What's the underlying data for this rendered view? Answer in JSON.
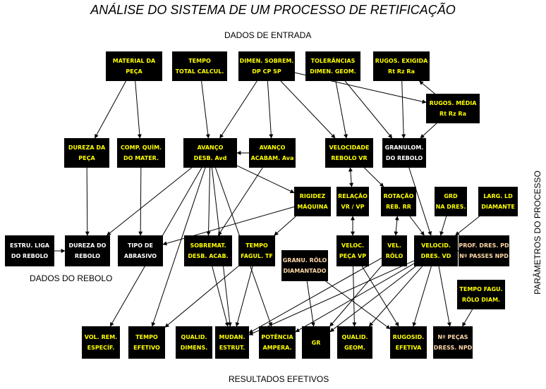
{
  "title": "ANÁLISE DO SISTEMA DE UM PROCESSO DE RETIFICAÇÃO",
  "sections": {
    "input": "DADOS DE ENTRADA",
    "wheel": "DADOS DO REBOLO",
    "results": "RESULTADOS EFETIVOS",
    "process": "PARÂMETROS DO PROCESSO"
  },
  "colors": {
    "box_fill": "#000000",
    "text_yellow": "#ffff00",
    "text_white": "#ffffff",
    "text_peach": "#ffd8a8",
    "arrow": "#000000"
  },
  "nodes": [
    {
      "id": "material",
      "lines": [
        "MATERIAL DA",
        "PEÇA"
      ],
      "color": "yellow"
    },
    {
      "id": "tempo_total",
      "lines": [
        "TEMPO",
        "TOTAL CALCUL."
      ],
      "color": "yellow"
    },
    {
      "id": "dimen",
      "lines": [
        "DIMEN. SOBREM.",
        "DP  CP  SP"
      ],
      "color": "yellow"
    },
    {
      "id": "toler",
      "lines": [
        "TOLERÂNCIAS",
        "DIMEN. GEOM."
      ],
      "color": "yellow"
    },
    {
      "id": "rugos_exig",
      "lines": [
        "RUGOS. EXIGIDA",
        "Rt  Rz  Ra"
      ],
      "color": "yellow"
    },
    {
      "id": "rugos_media",
      "lines": [
        "RUGOS. MÉDIA",
        "Rt  Rz  Ra"
      ],
      "color": "yellow"
    },
    {
      "id": "dureza_peca",
      "lines": [
        "DUREZA DA",
        "PEÇA"
      ],
      "color": "yellow"
    },
    {
      "id": "comp_quim",
      "lines": [
        "COMP. QUÍM.",
        "DO MATER."
      ],
      "color": "yellow"
    },
    {
      "id": "avanco_desb",
      "lines": [
        "AVANÇO",
        "DESB. Avd"
      ],
      "color": "yellow"
    },
    {
      "id": "avanco_acab",
      "lines": [
        "AVANÇO",
        "ACABAM. Ava"
      ],
      "color": "yellow"
    },
    {
      "id": "vel_rebolo",
      "lines": [
        "VELOCIDADE",
        "REBOLO VR"
      ],
      "color": "yellow"
    },
    {
      "id": "granulom",
      "lines": [
        "GRANULOM.",
        "DO REBOLO"
      ],
      "color": "white"
    },
    {
      "id": "rigidez",
      "lines": [
        "RIGIDEZ",
        "MÁQUINA"
      ],
      "color": "yellow"
    },
    {
      "id": "relacao",
      "lines": [
        "RELAÇÃO",
        "VR / VP"
      ],
      "color": "yellow"
    },
    {
      "id": "rotacao",
      "lines": [
        "ROTAÇÃO",
        "REB. RR"
      ],
      "color": "yellow"
    },
    {
      "id": "grd",
      "lines": [
        "GRD",
        "NA DRES."
      ],
      "color": "yellow"
    },
    {
      "id": "larg_ld",
      "lines": [
        "LARG. LD",
        "DIAMANTE"
      ],
      "color": "yellow"
    },
    {
      "id": "estru_liga",
      "lines": [
        "ESTRU. LIGA",
        "DO REBOLO"
      ],
      "color": "white"
    },
    {
      "id": "dureza_reb",
      "lines": [
        "DUREZA DO",
        "REBOLO"
      ],
      "color": "white"
    },
    {
      "id": "tipo_abr",
      "lines": [
        "TIPO DE",
        "ABRASIVO"
      ],
      "color": "white"
    },
    {
      "id": "sobremat",
      "lines": [
        "SOBREMAT.",
        "DESB. ACAB."
      ],
      "color": "yellow"
    },
    {
      "id": "tempo_fagul",
      "lines": [
        "TEMPO",
        "FAGUL. TF"
      ],
      "color": "yellow"
    },
    {
      "id": "granu_rolo",
      "lines": [
        "GRANU. RÔLO",
        "DIAMANTADO"
      ],
      "color": "peach"
    },
    {
      "id": "veloc_peca",
      "lines": [
        "VELOC.",
        "PEÇA VP"
      ],
      "color": "yellow"
    },
    {
      "id": "vel_rolo",
      "lines": [
        "VEL.",
        "RÔLO"
      ],
      "color": "yellow"
    },
    {
      "id": "velocid_dres",
      "lines": [
        "VELOCID.",
        "DRES. VD"
      ],
      "color": "yellow"
    },
    {
      "id": "prof_dres",
      "lines": [
        "PROF. DRES. PD",
        "Nº PASSES NPD"
      ],
      "color": "peach"
    },
    {
      "id": "tempo_fagu_rolo",
      "lines": [
        "TEMPO FAGU.",
        "RÔLO DIAM."
      ],
      "color": "yellow"
    },
    {
      "id": "vol_rem",
      "lines": [
        "VOL. REM.",
        "ESPECÍF."
      ],
      "color": "yellow"
    },
    {
      "id": "tempo_efet",
      "lines": [
        "TEMPO",
        "EFETIVO"
      ],
      "color": "yellow"
    },
    {
      "id": "qualid_dim",
      "lines": [
        "QUALID.",
        "DIMENS."
      ],
      "color": "yellow"
    },
    {
      "id": "mudan",
      "lines": [
        "MUDAN.",
        "ESTRUT."
      ],
      "color": "yellow"
    },
    {
      "id": "potencia",
      "lines": [
        "POTÊNCIA",
        "AMPERA."
      ],
      "color": "yellow"
    },
    {
      "id": "gr",
      "lines": [
        "GR"
      ],
      "color": "yellow"
    },
    {
      "id": "qualid_geom",
      "lines": [
        "QUALID.",
        "GEOM."
      ],
      "color": "yellow"
    },
    {
      "id": "rugosid",
      "lines": [
        "RUGOSID.",
        "EFETIVA"
      ],
      "color": "yellow"
    },
    {
      "id": "n_pecas",
      "lines": [
        "Nº PEÇAS",
        "DRESS. NPD"
      ],
      "color": "peach"
    }
  ],
  "edges": [
    [
      "material",
      "dureza_peca"
    ],
    [
      "material",
      "comp_quim"
    ],
    [
      "tempo_total",
      "avanco_desb"
    ],
    [
      "dimen",
      "avanco_desb"
    ],
    [
      "dimen",
      "vel_rebolo"
    ],
    [
      "dimen",
      "avanco_acab"
    ],
    [
      "toler",
      "granulom"
    ],
    [
      "toler",
      "vel_rebolo"
    ],
    [
      "rugos_exig",
      "granulom"
    ],
    [
      "rugos_media",
      "rugos_exig"
    ],
    [
      "rugos_media",
      "granulom"
    ],
    [
      "dureza_peca",
      "dureza_reb"
    ],
    [
      "comp_quim",
      "tipo_abr"
    ],
    [
      "estru_liga",
      "dureza_reb"
    ],
    [
      "avanco_desb",
      "dureza_reb"
    ],
    [
      "avanco_desb",
      "sobremat"
    ],
    [
      "avanco_desb",
      "vol_rem"
    ],
    [
      "avanco_desb",
      "mudan"
    ],
    [
      "avanco_desb",
      "rigidez"
    ],
    [
      "avanco_desb",
      "potencia"
    ],
    [
      "avanco_desb",
      "tempo_efet"
    ],
    [
      "avanco_acab",
      "sobremat"
    ],
    [
      "rigidez",
      "tipo_abr"
    ],
    [
      "rigidez",
      "tempo_fagul"
    ],
    [
      "vel_rebolo",
      "relacao"
    ],
    [
      "relacao",
      "veloc_peca"
    ],
    [
      "vel_rebolo",
      "rotacao"
    ],
    [
      "rotacao",
      "vel_rolo"
    ],
    [
      "rotacao",
      "velocid_dres"
    ],
    [
      "granulom",
      "velocid_dres"
    ],
    [
      "grd",
      "velocid_dres"
    ],
    [
      "larg_ld",
      "velocid_dres"
    ],
    [
      "prof_dres",
      "velocid_dres"
    ],
    [
      "granu_rolo",
      "gr"
    ],
    [
      "granu_rolo",
      "rugosid"
    ],
    [
      "tempo_fagul",
      "tempo_efet"
    ],
    [
      "tempo_fagul",
      "mudan"
    ],
    [
      "sobremat",
      "mudan"
    ],
    [
      "velocid_dres",
      "rugosid"
    ],
    [
      "velocid_dres",
      "n_pecas"
    ],
    [
      "velocid_dres",
      "gr"
    ],
    [
      "velocid_dres",
      "potencia"
    ],
    [
      "velocid_dres",
      "mudan"
    ],
    [
      "velocid_dres",
      "qualid_geom"
    ],
    [
      "veloc_peca",
      "rugosid"
    ],
    [
      "veloc_peca",
      "qualid_geom"
    ],
    [
      "vel_rolo",
      "gr"
    ],
    [
      "vel_rolo",
      "mudan"
    ],
    [
      "tempo_fagu_rolo",
      "n_pecas"
    ],
    [
      "avanco_acab",
      "avanco_desb"
    ],
    [
      "dimen",
      "rugos_media"
    ]
  ],
  "bidirectional": [
    [
      "vel_rebolo",
      "relacao"
    ],
    [
      "relacao",
      "veloc_peca"
    ],
    [
      "rotacao",
      "vel_rolo"
    ]
  ]
}
